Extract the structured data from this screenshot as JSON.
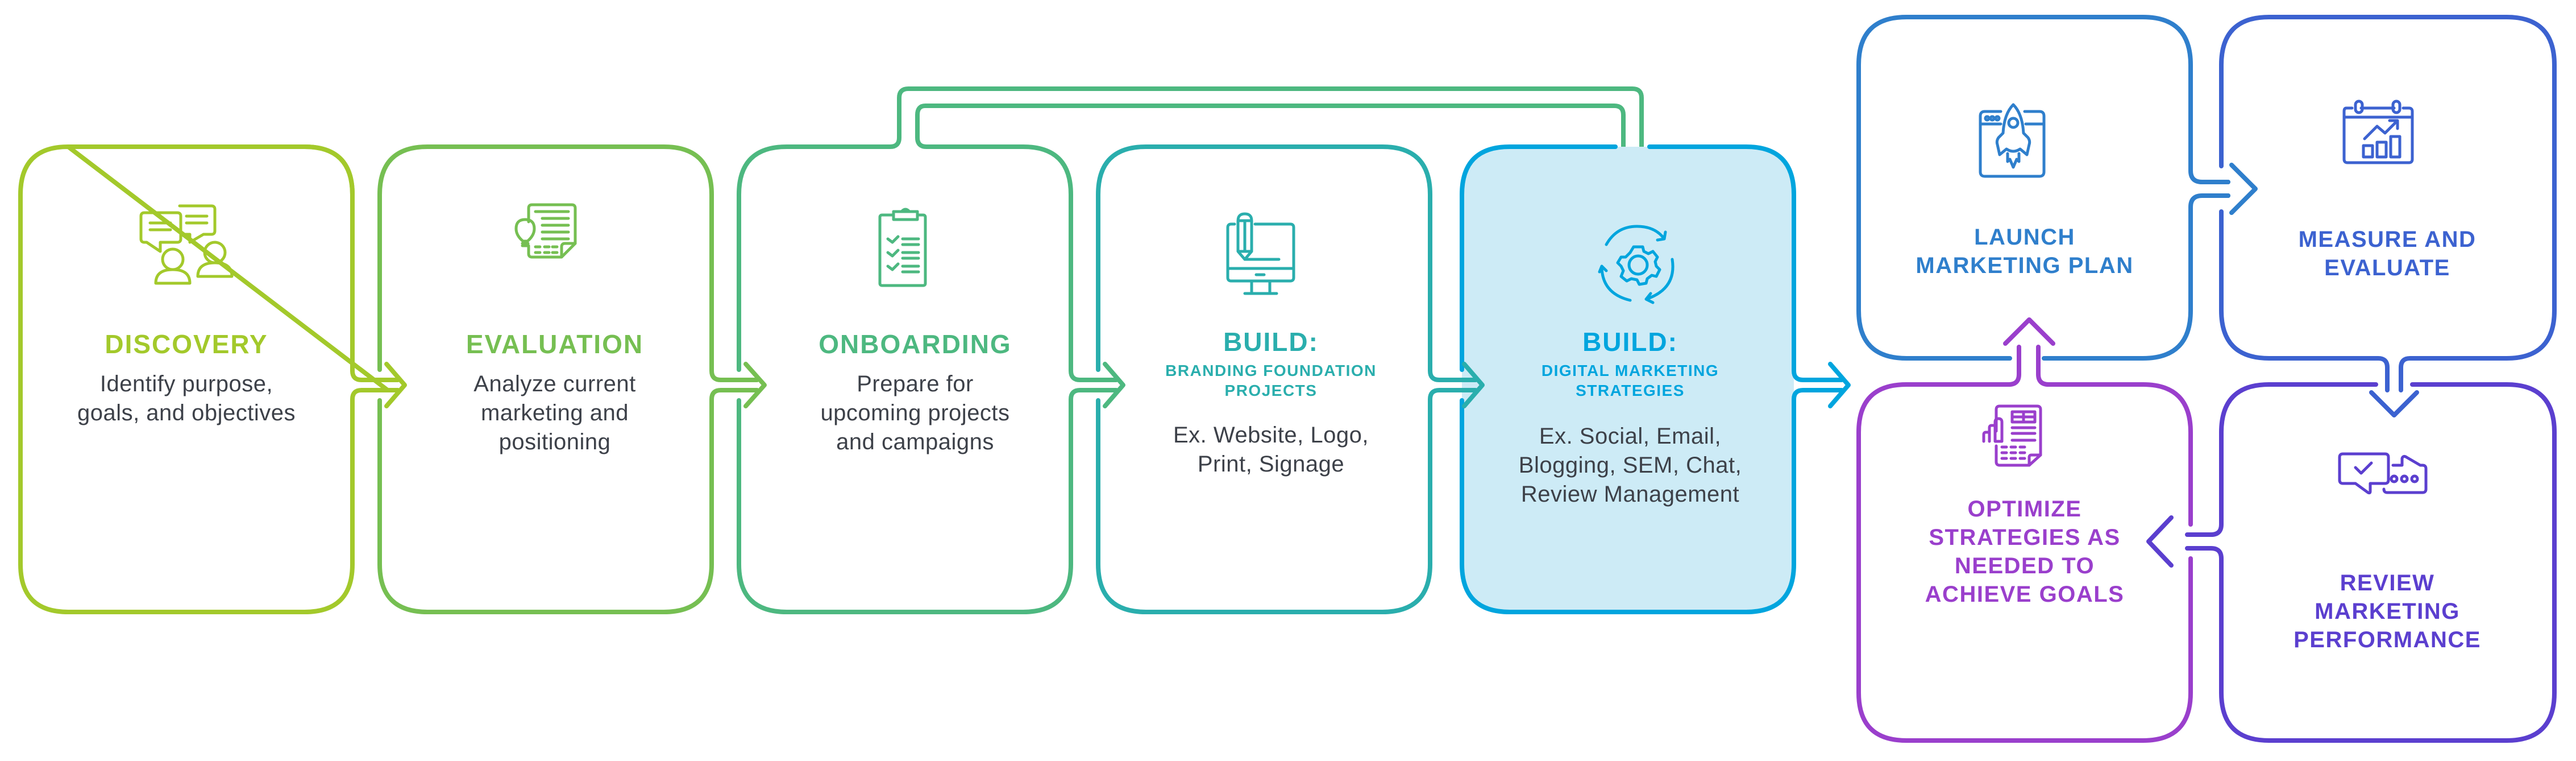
{
  "colors": {
    "discovery": "#a3c92b",
    "evaluation": "#76bf52",
    "onboarding": "#4db880",
    "build_branding": "#2aaead",
    "build_digital": "#00a5de",
    "build_digital_fill": "#cdebf6",
    "launch": "#2f7fcc",
    "measure": "#3c62d0",
    "review": "#5b3fcf",
    "optimize": "#9a3fcc",
    "description_text": "#3d4149"
  },
  "steps": [
    {
      "id": "discovery",
      "title": "DISCOVERY",
      "description": "Identify purpose, goals, and objectives",
      "desc_lines": [
        "Identify purpose,",
        "goals, and objectives"
      ],
      "icon": "conversation-people-icon"
    },
    {
      "id": "evaluation",
      "title": "EVALUATION",
      "description": "Analyze current marketing and positioning",
      "desc_lines": [
        "Analyze current",
        "marketing and",
        "positioning"
      ],
      "icon": "document-lightbulb-icon"
    },
    {
      "id": "onboarding",
      "title": "ONBOARDING",
      "description": "Prepare for upcoming projects and campaigns",
      "desc_lines": [
        "Prepare for",
        "upcoming projects",
        "and campaigns"
      ],
      "icon": "clipboard-checklist-icon"
    },
    {
      "id": "build_branding",
      "title": "BUILD:",
      "subtitle_lines": [
        "BRANDING FOUNDATION",
        "PROJECTS"
      ],
      "description": "Ex. Website, Logo, Print, Signage",
      "desc_lines": [
        "Ex. Website, Logo,",
        "Print, Signage"
      ],
      "icon": "monitor-pencil-icon"
    },
    {
      "id": "build_digital",
      "title": "BUILD:",
      "subtitle_lines": [
        "DIGITAL MARKETING",
        "STRATEGIES"
      ],
      "description": "Ex. Social, Email, Blogging, SEM, Chat, Review Management",
      "desc_lines": [
        "Ex. Social, Email,",
        "Blogging, SEM, Chat,",
        "Review Management"
      ],
      "icon": "gear-cycle-icon",
      "highlighted": true
    }
  ],
  "cycle": [
    {
      "id": "launch",
      "title_lines": [
        "LAUNCH",
        "MARKETING PLAN"
      ],
      "icon": "browser-rocket-icon"
    },
    {
      "id": "measure",
      "title_lines": [
        "MEASURE AND",
        "EVALUATE"
      ],
      "icon": "calendar-chart-icon"
    },
    {
      "id": "review",
      "title_lines": [
        "REVIEW",
        "MARKETING",
        "PERFORMANCE"
      ],
      "icon": "chat-review-icon"
    },
    {
      "id": "optimize",
      "title_lines": [
        "OPTIMIZE",
        "STRATEGIES AS",
        "NEEDED TO",
        "ACHIEVE GOALS"
      ],
      "icon": "report-chart-icon"
    }
  ],
  "connections": [
    {
      "from": "discovery",
      "to": "evaluation"
    },
    {
      "from": "evaluation",
      "to": "onboarding"
    },
    {
      "from": "onboarding",
      "to": "build_branding"
    },
    {
      "from": "onboarding",
      "to": "build_digital",
      "type": "bypass"
    },
    {
      "from": "build_branding",
      "to": "build_digital"
    },
    {
      "from": "build_digital",
      "to": "launch"
    },
    {
      "from": "launch",
      "to": "measure"
    },
    {
      "from": "measure",
      "to": "review"
    },
    {
      "from": "review",
      "to": "optimize"
    },
    {
      "from": "optimize",
      "to": "launch"
    }
  ]
}
